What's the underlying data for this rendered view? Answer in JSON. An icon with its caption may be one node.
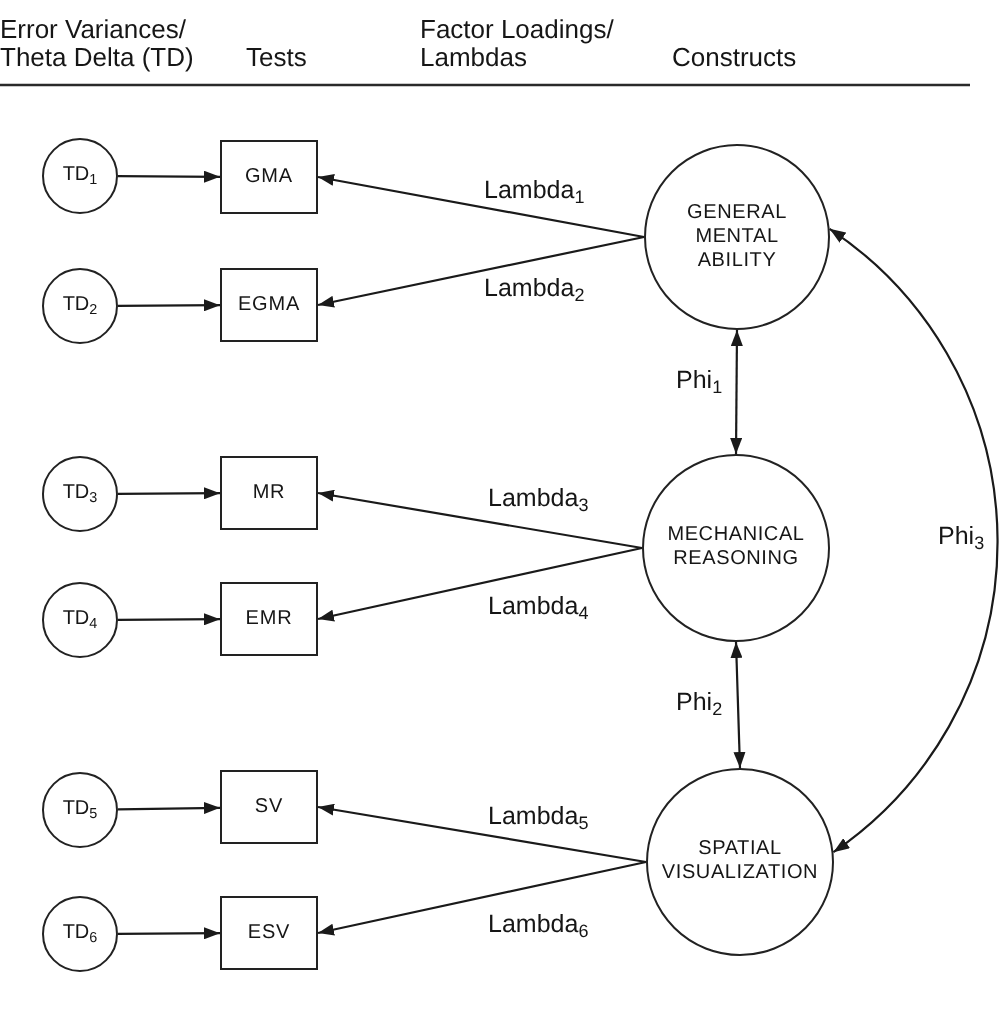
{
  "diagram": {
    "nodes": [
      {
        "text": [
          "TD$_{1}$"
        ]
      },
      {
        "text": [
          "GMA"
        ]
      },
      {
        "text": [
          "GENERAL MENTAL ABILITY"
        ]
      },
      {
        "text": [
          "TD$_{2}$"
        ]
      },
      {
        "text": [
          "EGMA"
        ]
      },
      {
        "text": [
          "TD$_{3}$"
        ]
      },
      {
        "text": [
          "MR"
        ]
      },
      {
        "text": [
          "MECHANICAL REASONING"
        ]
      },
      {
        "text": [
          "TD$_{4}$"
        ]
      },
      {
        "text": [
          "EMR"
        ]
      },
      {
        "text": [
          "TD$_{5}$"
        ]
      },
      {
        "text": [
          "SV"
        ]
      },
      {
        "text": [
          "SPATIAL VISUALIZATION"
        ]
      },
      {
        "text": [
          "TD$_{6}$"
        ]
      },
      {
        "text": [
          "ESV"
        ]
      }
    ],
    "edges": [
      {
        "from": 0,
        "to": 1,
        "arrow": "to"
      },
      {
        "from": 2,
        "to": 1,
        "arrow": "to",
        "label": "Lambda$_{1}$"
      },
      {
        "from": 2,
        "to": 4,
        "arrow": "to",
        "label": "Lambda$_{2}$"
      },
      {
        "from": 3,
        "to": 4,
        "arrow": "to"
      },
      {
        "from": 5,
        "to": 6,
        "arrow": "to"
      },
      {
        "from": 7,
        "to": 6,
        "arrow": "to",
        "label": "Lambda$_{3}$"
      },
      {
        "from": 7,
        "to": 9,
        "arrow": "to",
        "label": "Lambda$_{4}$"
      },
      {
        "from": 8,
        "to": 9,
        "arrow": "to"
      },
      {
        "from": 10,
        "to": 11,
        "arrow": "to"
      },
      {
        "from": 12,
        "to": 11,
        "arrow": "to",
        "label": "Lambda$_{5}$"
      },
      {
        "from": 12,
        "to": 14,
        "arrow": "to",
        "label": "Lambda$_{6}$"
      },
      {
        "from": 13,
        "to": 14,
        "arrow": "to"
      },
      {
        "from": 2,
        "to": 7,
        "arrow": "both",
        "label": "Phi$_{1}$"
      },
      {
        "from": 7,
        "to": 12,
        "arrow": "both",
        "label": "Phi$_{2}$"
      },
      {
        "from": 2,
        "to": 12,
        "arrow": "both",
        "label": "Phi$_{3}$"
      }
    ],
    "labels": [
      "Error Variances/ Theta Delta (TD)",
      "Tests",
      "Factor Loadings/ Lambdas",
      "Constructs"
    ]
  }
}
